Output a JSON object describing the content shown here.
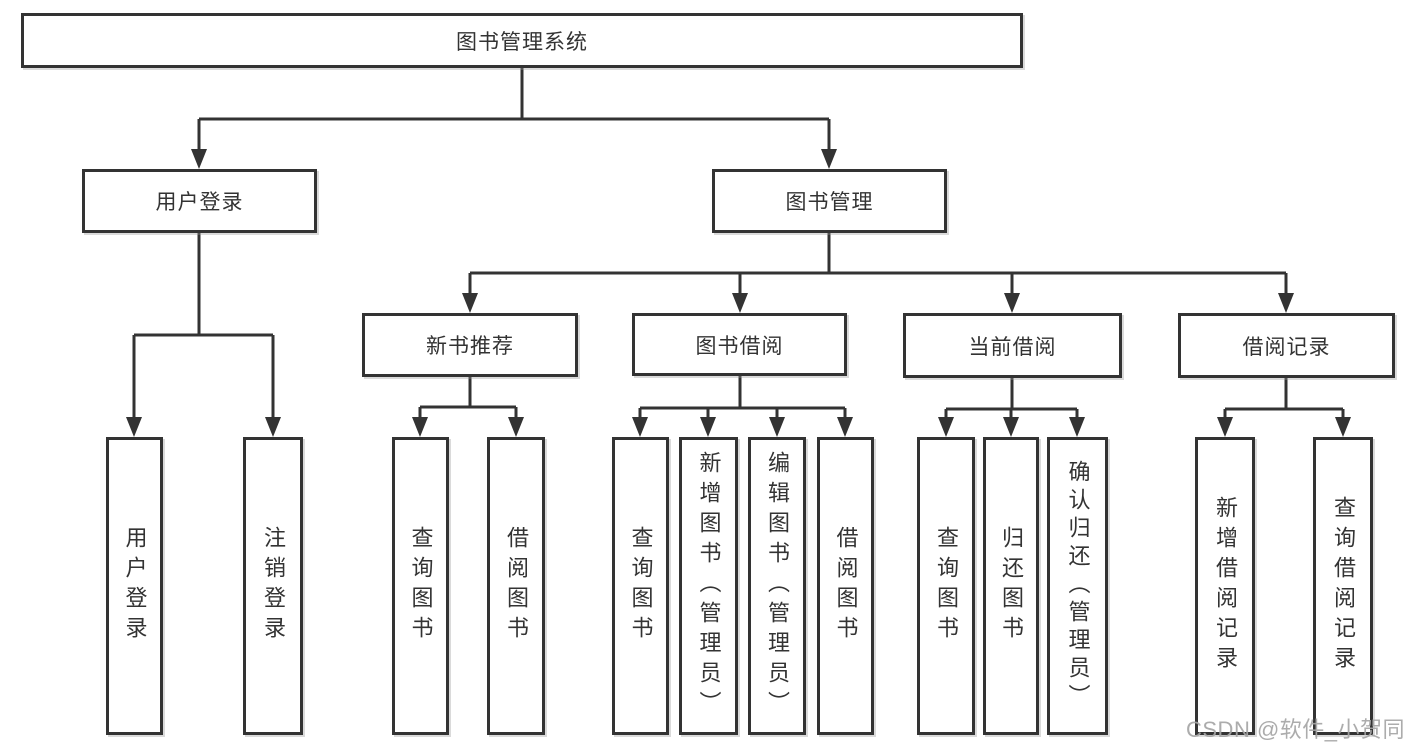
{
  "tree": {
    "root": "图书管理系统",
    "children": [
      {
        "label": "用户登录",
        "children": [
          "用户登录",
          "注销登录"
        ]
      },
      {
        "label": "图书管理",
        "children": [
          {
            "label": "新书推荐",
            "children": [
              "查询图书",
              "借阅图书"
            ]
          },
          {
            "label": "图书借阅",
            "children": [
              "查询图书",
              "新增图书（管理员）",
              "编辑图书（管理员）",
              "借阅图书"
            ]
          },
          {
            "label": "当前借阅",
            "children": [
              "查询图书",
              "归还图书",
              "确认归还（管理员）"
            ]
          },
          {
            "label": "借阅记录",
            "children": [
              "新增借阅记录",
              "查询借阅记录"
            ]
          }
        ]
      }
    ]
  },
  "colors": {
    "line": "#333333",
    "box_background": "#ffffff",
    "watermark": "#a5a5a5"
  },
  "watermark": {
    "text": "CSDN @软件_小贺同学"
  }
}
